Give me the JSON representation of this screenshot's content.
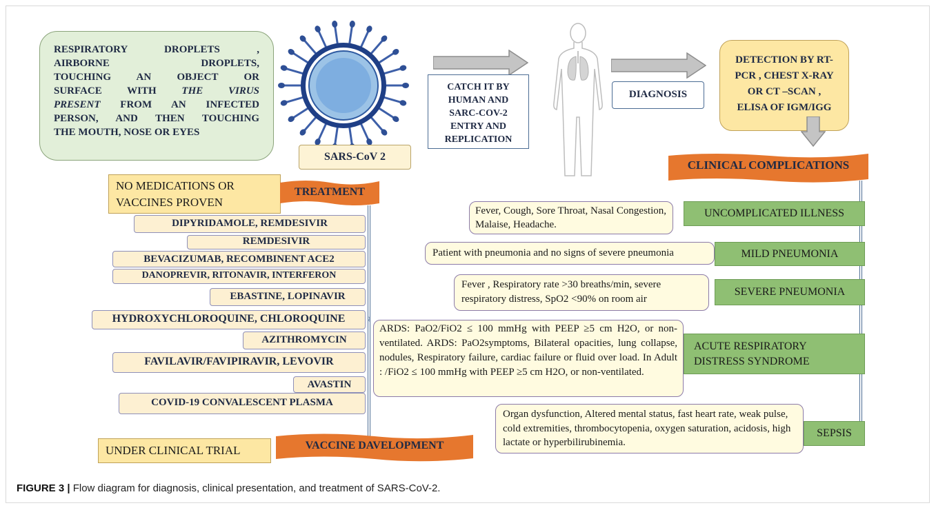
{
  "transmission": {
    "line1": "RESPIRATORY DROPLETS ,",
    "line2": "AIRBORNE DROPLETS,",
    "line3": "TOUCHING AN OBJECT OR",
    "line4_pre": "SURFACE WITH ",
    "line4_em": "THE VIRUS",
    "line5_em": "PRESENT",
    "line5_post": " FROM AN INFECTED",
    "line6": "PERSON, AND THEN TOUCHING",
    "line7": "THE MOUTH, NOSE OR EYES"
  },
  "virus_label": "SARS-CoV 2",
  "catch_box": [
    "CATCH IT BY",
    "HUMAN AND",
    "SARC-COV-2",
    "ENTRY AND",
    "REPLICATION"
  ],
  "diagnosis_label": "DIAGNOSIS",
  "detection_box": [
    "DETECTION BY RT-",
    "PCR , CHEST X-RAY",
    "OR CT –SCAN ,",
    "ELISA OF IGM/IGG"
  ],
  "complications_banner": "CLINICAL COMPLICATIONS",
  "complications": [
    {
      "symptoms": "Fever, Cough, Sore Throat, Nasal Congestion, Malaise, Headache.",
      "label": "UNCOMPLICATED ILLNESS"
    },
    {
      "symptoms": "Patient with pneumonia and no signs of severe pneumonia",
      "label": "MILD PNEUMONIA"
    },
    {
      "symptoms": "Fever , Respiratory rate >30 breaths/min, severe respiratory distress, SpO2 <90% on room air",
      "label": "SEVERE PNEUMONIA"
    },
    {
      "symptoms": "ARDS: PaO2/FiO2 ≤ 100 mmHg with PEEP ≥5 cm H2O, or non-ventilated. ARDS: PaO2symptoms, Bilateral opacities, lung collapse, nodules, Respiratory failure, cardiac failure or fluid over load. In Adult : /FiO2 ≤ 100 mmHg with PEEP ≥5 cm H2O, or non-ventilated.",
      "label_line1": "ACUTE RESPIRATORY",
      "label_line2": "DISTRESS SYNDROME"
    },
    {
      "symptoms": "Organ dysfunction, Altered mental status, fast heart rate, weak pulse, cold extremities, thrombocytopenia, oxygen saturation, acidosis, high lactate or hyperbilirubinemia.",
      "label": "SEPSIS"
    }
  ],
  "treatment": {
    "note_line1": "NO MEDICATIONS OR",
    "note_line2": "VACCINES  PROVEN",
    "banner": "TREATMENT",
    "medications": [
      "DIPYRIDAMOLE, REMDESIVIR",
      "REMDESIVIR",
      "BEVACIZUMAB, RECOMBINENT ACE2",
      "DANOPREVIR, RITONAVIR, INTERFERON",
      "EBASTINE, LOPINAVIR",
      "HYDROXYCHLOROQUINE, CHLOROQUINE",
      "AZITHROMYCIN",
      "FAVILAVIR/FAVIPIRAVIR, LEVOVIR",
      "AVASTIN",
      "COVID-19 CONVALESCENT PLASMA"
    ]
  },
  "vaccine": {
    "note": "UNDER CLINICAL TRIAL",
    "banner": "VACCINE  DAVELOPMENT"
  },
  "caption": {
    "label": "FIGURE 3 |",
    "text": " Flow diagram for diagnosis, clinical presentation, and treatment of SARS-CoV-2."
  },
  "colors": {
    "banner_orange": "#e6772e",
    "green_box": "#8fbf73",
    "yellow_box": "#fde7a3",
    "text_navy": "#1f2a44"
  },
  "icons": [
    "coronavirus-icon",
    "human-body-icon",
    "right-arrow-icon",
    "down-arrow-icon",
    "scroll-bar-icon"
  ]
}
